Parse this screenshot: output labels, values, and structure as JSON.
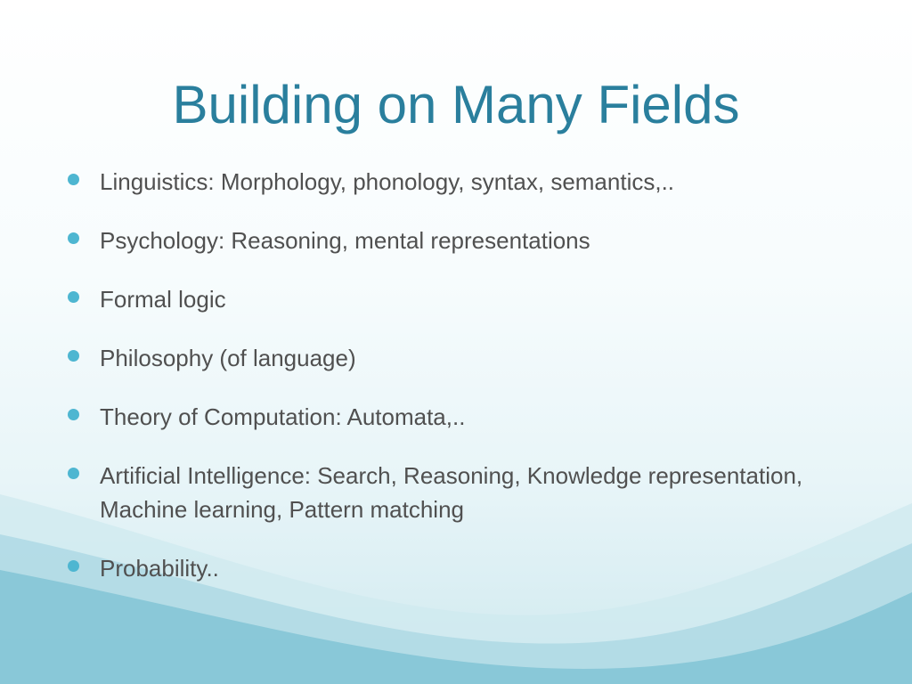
{
  "slide": {
    "title": "Building on Many Fields",
    "bullets": [
      "Linguistics: Morphology, phonology, syntax, semantics,..",
      "Psychology: Reasoning, mental representations",
      "Formal logic",
      "Philosophy (of language)",
      "Theory of Computation: Automata,..",
      "Artificial Intelligence: Search, Reasoning, Knowledge representation, Machine learning, Pattern matching",
      "Probability.."
    ],
    "colors": {
      "title": "#2a7f9d",
      "text": "#505050",
      "bullet": "#4eb6d1",
      "wave_light": "#bfe2ea",
      "wave_dark": "#6fb8cc"
    }
  }
}
